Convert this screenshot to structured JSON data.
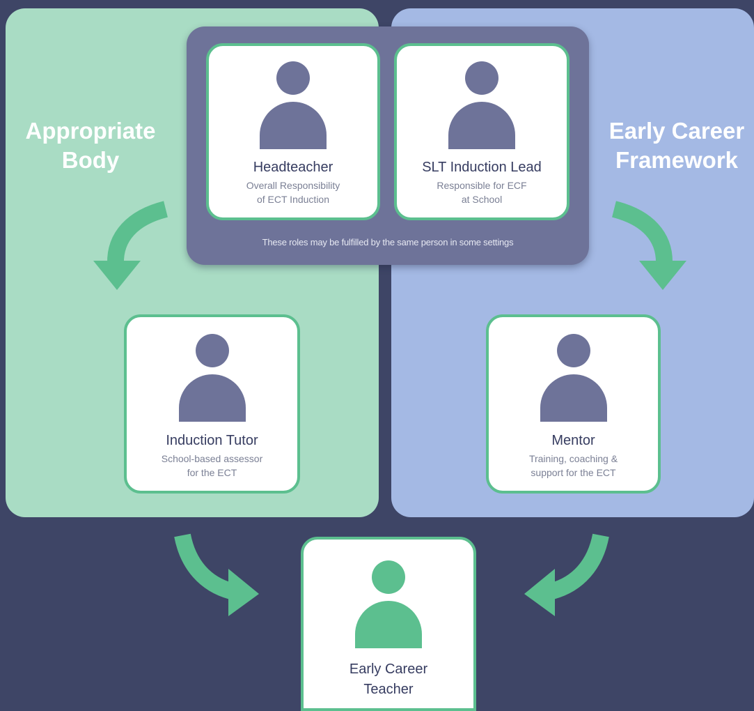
{
  "panels": {
    "left": {
      "title": "Appropriate\nBody"
    },
    "right": {
      "title": "Early Career\nFramework"
    }
  },
  "top_group": {
    "note": "These roles may be fulfilled by the same person in some settings"
  },
  "roles": {
    "headteacher": {
      "name": "Headteacher",
      "desc": "Overall Responsibility\nof ECT Induction"
    },
    "slt_lead": {
      "name": "SLT Induction Lead",
      "desc": "Responsible for ECF\nat School"
    },
    "tutor": {
      "name": "Induction Tutor",
      "desc": "School-based assessor\nfor the ECT"
    },
    "mentor": {
      "name": "Mentor",
      "desc": "Training, coaching &\nsupport for the ECT"
    },
    "ect": {
      "name": "Early Career\nTeacher"
    }
  },
  "colors": {
    "background": "#3e4566",
    "panel_left": "#a9dcc4",
    "panel_right": "#a4b9e4",
    "group": "#6e7399",
    "card_border": "#5cbf8f",
    "person": "#6e7399",
    "person_ect": "#5cbf8f",
    "arrow": "#5cbf8f"
  },
  "icons": [
    "person-icon",
    "curved-arrow-icon"
  ]
}
